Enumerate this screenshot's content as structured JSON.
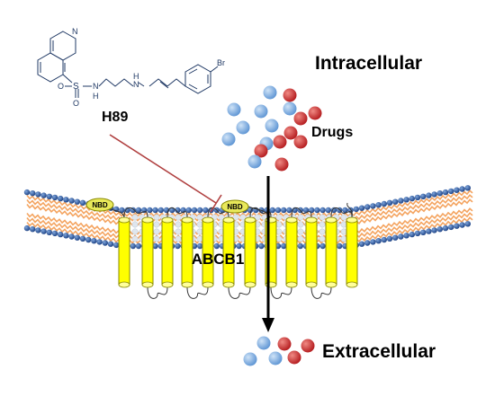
{
  "labels": {
    "intracellular": "Intracellular",
    "extracellular": "Extracellular",
    "drugs": "Drugs",
    "inhibitor": "H89",
    "transporter": "ABCB1",
    "nbd_left": "NBD",
    "nbd_right": "NBD"
  },
  "structure_atoms": {
    "n_ring": "N",
    "sulfur": "S",
    "oxygen_top": "O",
    "oxygen_bottom": "O",
    "n_sulfonamide": "N",
    "h_sulfonamide": "H",
    "n_amine": "N",
    "h_amine": "H",
    "bromine": "Br"
  },
  "colors": {
    "blue_drug": "#6aa3de",
    "red_drug": "#c0282b",
    "helix": "#ffff00",
    "helix_edge": "#8a8a00",
    "lipid_head": "#1f4e9a",
    "lipid_tail": "#f4a460",
    "inhibition_arrow": "#b04040",
    "nbd": "#e8e85a"
  }
}
